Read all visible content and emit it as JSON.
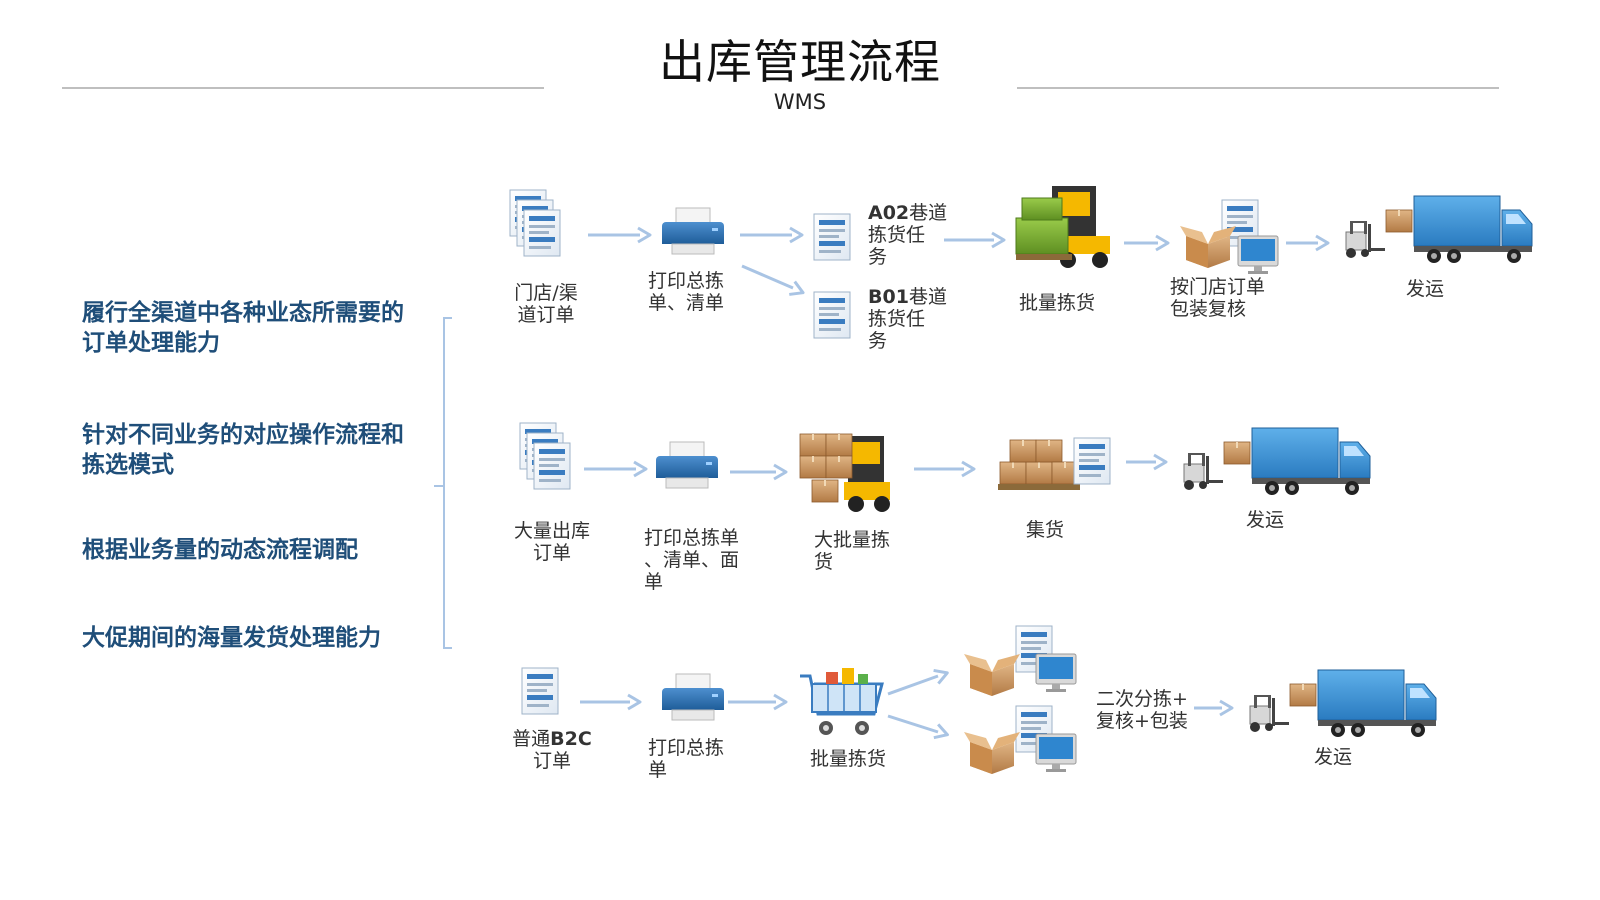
{
  "header": {
    "title": "出库管理流程",
    "subtitle": "WMS"
  },
  "features": [
    "履行全渠道中各种业态所需要的订单处理能力",
    "针对不同业务的对应操作流程和拣选模式",
    "根据业务量的动态流程调配",
    "大促期间的海量发货处理能力"
  ],
  "flow1": {
    "order": "门店/渠\n道订单",
    "print": "打印总拣\n单、清单",
    "task_a_code": "A02",
    "task_a": "巷道\n拣货任\n务",
    "task_b_code": "B01",
    "task_b": "巷道\n拣货任\n务",
    "pick": "批量拣货",
    "check": "按门店订单\n包装复核",
    "ship": "发运"
  },
  "flow2": {
    "order": "大量出库\n订单",
    "print": "打印总拣单\n、清单、面\n单",
    "pick": "大批量拣\n货",
    "collect": "集货",
    "ship": "发运"
  },
  "flow3": {
    "order_prefix": "普通",
    "order_code": "B2C",
    "order_suffix": "订单",
    "print": "打印总拣\n单",
    "pick": "批量拣货",
    "sort": "二次分拣+\n复核+包装",
    "ship": "发运"
  },
  "colors": {
    "feature": "#1f4e79",
    "arrow": "#a9c4e4",
    "truck": "#3a8fd0",
    "bracket": "#a9c4e4"
  }
}
